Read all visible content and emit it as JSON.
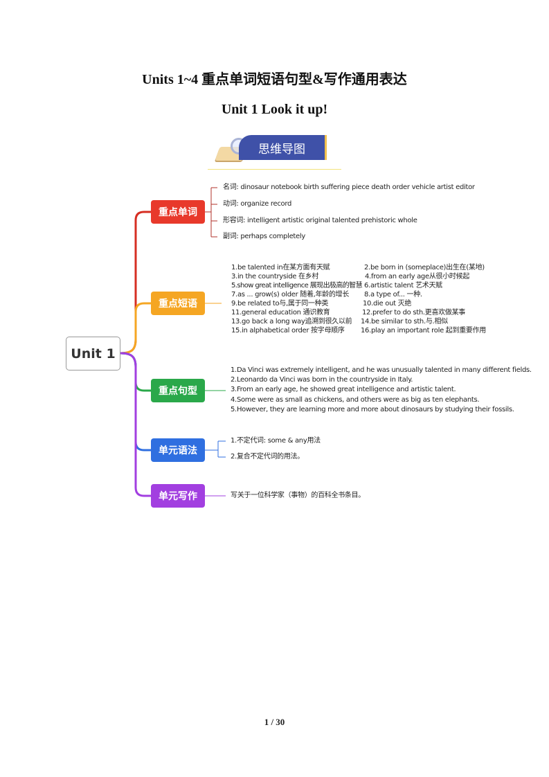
{
  "title": "Units 1~4  重点单词短语句型&写作通用表达",
  "subtitle": "Unit 1 Look it up!",
  "banner": "思维导图",
  "root": "Unit 1",
  "colors": {
    "words": "#e8392b",
    "phrases": "#f5a623",
    "sentences": "#2aa84a",
    "grammar": "#2f6fe0",
    "writing": "#a23fe0"
  },
  "categories": {
    "words": "重点单词",
    "phrases": "重点短语",
    "sentences": "重点句型",
    "grammar": "单元语法",
    "writing": "单元写作"
  },
  "words": [
    "名词:  dinosaur  notebook  birth suffering piece death order vehicle  artist editor",
    "动词:  organize  record",
    "形容词:  intelligent  artistic  original  talented prehistoric  whole",
    "副词:  perhaps  completely"
  ],
  "phrases": [
    "1.be talented in在某方面有天赋",
    "2.be born in (someplace)出生在(某地)",
    "3.in the countryside 在乡村",
    "4.from an early age从很小时候起",
    "5.show great intelligence 展现出极高的智慧",
    "6.artistic talent 艺术天赋",
    "7.as ... grow(s) older 随着,年龄的增长",
    "8.a type of... 一种.",
    "9.be related to与,属于同一种类",
    "10.die out 灭绝",
    "11.general education 通识教育",
    "12.prefer to do sth.更喜欢做某事",
    "13.go back a long way追溯到很久以前",
    "14.be similar to sth.与.相似",
    "15.in alphabetical order 按字母顺序",
    "16.play an important role 起到重要作用"
  ],
  "sentences": [
    "1.Da Vinci was extremely intelligent, and he was unusually talented in many different fields.",
    "2.Leonardo da Vinci was born in the countryside in Italy.",
    "3.From an early age, he showed great intelligence and artistic talent.",
    "4.Some were as small as chickens, and others were as big as ten elephants.",
    "5.However, they are learning more and more about dinosaurs by studying their fossils."
  ],
  "grammar": [
    "1.不定代词: some & any用法",
    "2.复合不定代词的用法。"
  ],
  "writing": [
    "写关于一位科学家（事物）的百科全书条目。"
  ],
  "footer": "1 / 30"
}
